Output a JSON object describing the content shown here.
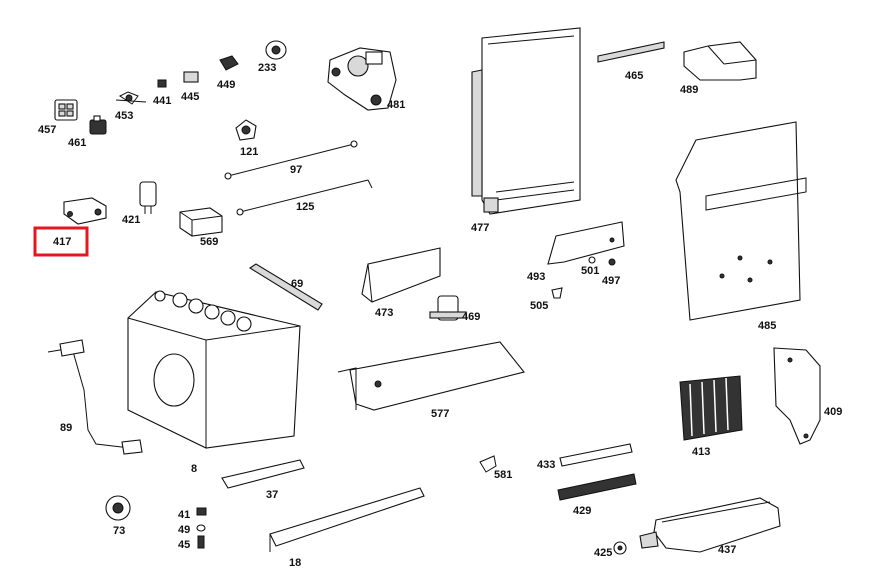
{
  "highlight": {
    "part": "417",
    "color": "#e4161f"
  },
  "labels": {
    "p457": "457",
    "p461a": "461",
    "p453": "453",
    "p441": "441",
    "p445": "445",
    "p449": "449",
    "p233": "233",
    "p481": "481",
    "p121": "121",
    "p97": "97",
    "p125": "125",
    "p421": "421",
    "p569": "569",
    "p417": "417",
    "p477": "477",
    "p465": "465",
    "p489": "489",
    "p69": "69",
    "p473": "473",
    "p469": "469",
    "p493": "493",
    "p501": "501",
    "p497": "497",
    "p505": "505",
    "p485": "485",
    "p89": "89",
    "p8": "8",
    "p577": "577",
    "p413": "413",
    "p409": "409",
    "p581": "581",
    "p433": "433",
    "p429": "429",
    "p37": "37",
    "p73": "73",
    "p41": "41",
    "p49": "49",
    "p45": "45",
    "p18": "18",
    "p425": "425",
    "p437": "437"
  }
}
